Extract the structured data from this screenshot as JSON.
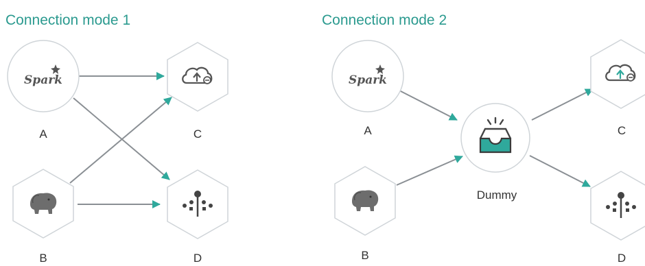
{
  "panels": [
    {
      "title": "Connection mode 1",
      "nodes": {
        "A": {
          "label": "A",
          "icon": "spark-logo-icon"
        },
        "B": {
          "label": "B",
          "icon": "hadoop-elephant-icon"
        },
        "C": {
          "label": "C",
          "icon": "cloud-upload-icon"
        },
        "D": {
          "label": "D",
          "icon": "network-tree-icon"
        }
      },
      "edges": [
        [
          "A",
          "C"
        ],
        [
          "A",
          "D"
        ],
        [
          "B",
          "C"
        ],
        [
          "B",
          "D"
        ]
      ]
    },
    {
      "title": "Connection mode 2",
      "nodes": {
        "A": {
          "label": "A",
          "icon": "spark-logo-icon"
        },
        "B": {
          "label": "B",
          "icon": "hadoop-elephant-icon"
        },
        "Dummy": {
          "label": "Dummy",
          "icon": "inbox-tray-icon"
        },
        "C": {
          "label": "C",
          "icon": "cloud-upload-icon"
        },
        "D": {
          "label": "D",
          "icon": "network-tree-icon"
        }
      },
      "edges": [
        [
          "A",
          "Dummy"
        ],
        [
          "B",
          "Dummy"
        ],
        [
          "Dummy",
          "C"
        ],
        [
          "Dummy",
          "D"
        ]
      ]
    }
  ],
  "spark_logo_text": "Spark",
  "colors": {
    "title": "#2b9a8f",
    "arrow": "#2fa99c",
    "edge": "#8a8f94",
    "node_border": "#cfd4d8",
    "icon": "#555555",
    "tray_teal": "#2fa99c"
  }
}
